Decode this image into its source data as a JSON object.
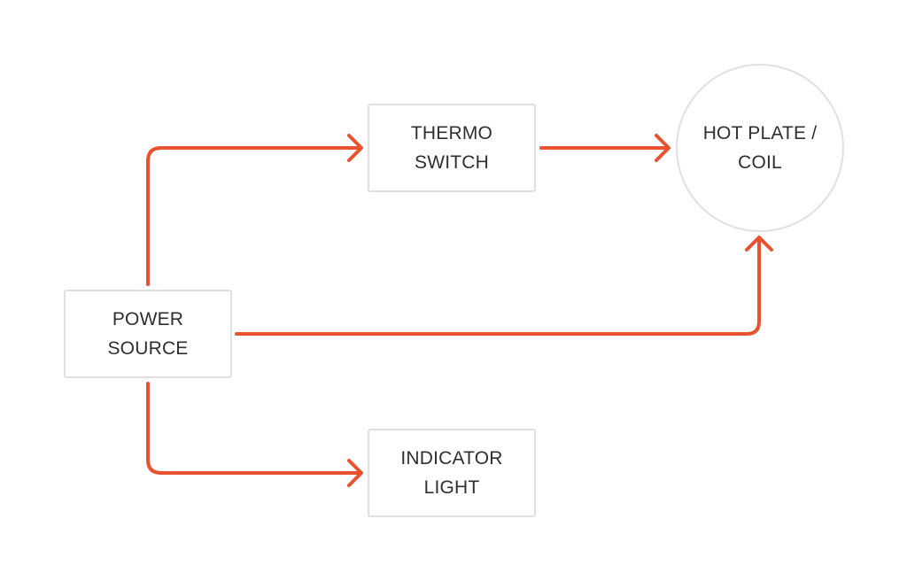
{
  "diagram": {
    "accent_color": "#e8522e",
    "box_border_color": "#e0e0e0",
    "text_color": "#2f2f2f",
    "nodes": {
      "power": {
        "line1": "POWER",
        "line2": "SOURCE",
        "shape": "rectangle"
      },
      "thermo": {
        "line1": "THERMO",
        "line2": "SWITCH",
        "shape": "rectangle"
      },
      "hotplate": {
        "line1": "HOT PLATE /",
        "line2": "COIL",
        "shape": "circle"
      },
      "indicator": {
        "line1": "INDICATOR",
        "line2": "LIGHT",
        "shape": "rectangle"
      }
    },
    "edges": [
      {
        "from": "power",
        "to": "thermo"
      },
      {
        "from": "thermo",
        "to": "hotplate"
      },
      {
        "from": "power",
        "to": "hotplate"
      },
      {
        "from": "power",
        "to": "indicator"
      }
    ]
  }
}
